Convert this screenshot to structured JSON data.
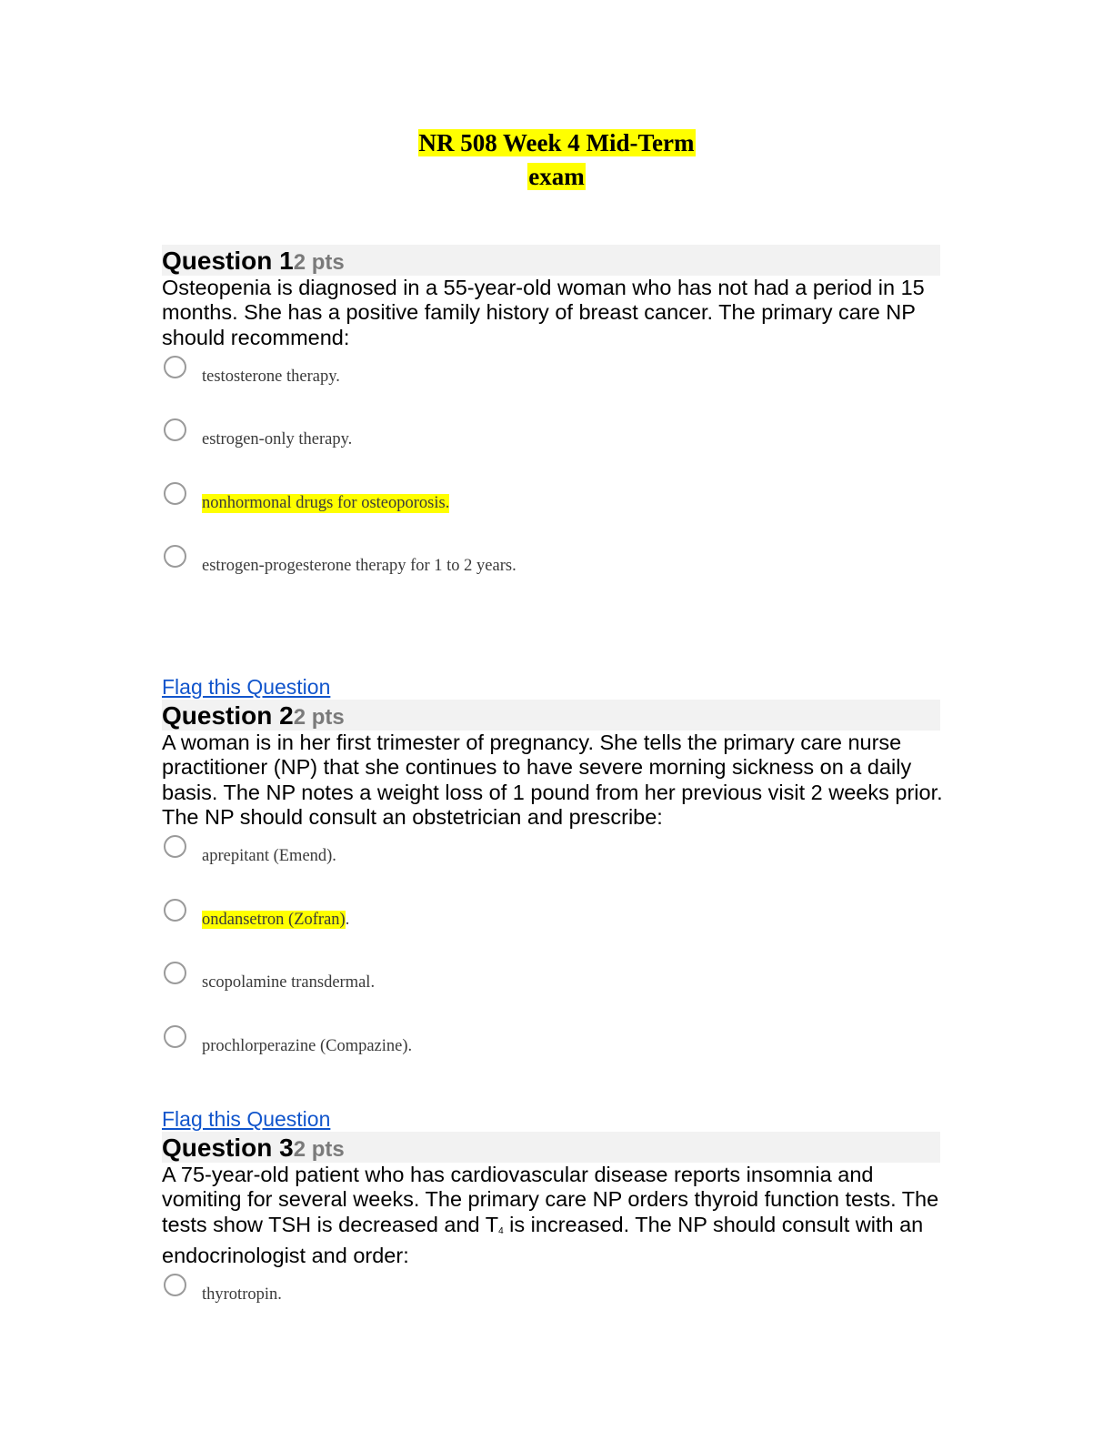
{
  "document": {
    "title_line1": "NR 508 Week 4 Mid-Term",
    "title_line2": "exam",
    "highlight_color": "#ffff00",
    "link_color": "#1155cc"
  },
  "flag_label": "Flag this Question",
  "questions": [
    {
      "label": "Question 1",
      "points": "2 pts",
      "text": "Osteopenia is diagnosed in a 55-year-old woman who has not had a period in 15 months. She has a positive family history of breast cancer. The primary care NP should recommend:",
      "answers": [
        {
          "text": "testosterone therapy.",
          "highlighted": false
        },
        {
          "text": "estrogen-only therapy.",
          "highlighted": false
        },
        {
          "text": "nonhormonal drugs for osteoporosis.",
          "highlighted": true
        },
        {
          "text": "estrogen-progesterone therapy for 1 to 2 years.",
          "highlighted": false
        }
      ]
    },
    {
      "label": "Question 2",
      "points": "2 pts",
      "text": "A woman is in her first trimester of pregnancy. She tells the primary care nurse practitioner (NP) that she continues to have severe morning sickness on a daily basis. The NP notes a weight loss of 1 pound from her previous visit 2 weeks prior. The NP should consult an obstetrician and prescribe:",
      "answers": [
        {
          "text": "aprepitant (Emend).",
          "highlighted": false
        },
        {
          "text": "ondansetron (Zofran)",
          "suffix": ".",
          "highlighted": true
        },
        {
          "text": "scopolamine transdermal.",
          "highlighted": false
        },
        {
          "text": "prochlorperazine (Compazine).",
          "highlighted": false
        }
      ]
    },
    {
      "label": "Question 3",
      "points": "2 pts",
      "text_before_sub": "A 75-year-old patient who has cardiovascular disease reports insomnia and vomiting for several weeks. The primary care NP orders thyroid function tests. The tests show TSH is decreased and T",
      "text_sub": "4",
      "text_after_sub": " is increased. The NP should consult with an endocrinologist and order:",
      "answers": [
        {
          "text": "thyrotropin.",
          "highlighted": false
        }
      ]
    }
  ]
}
